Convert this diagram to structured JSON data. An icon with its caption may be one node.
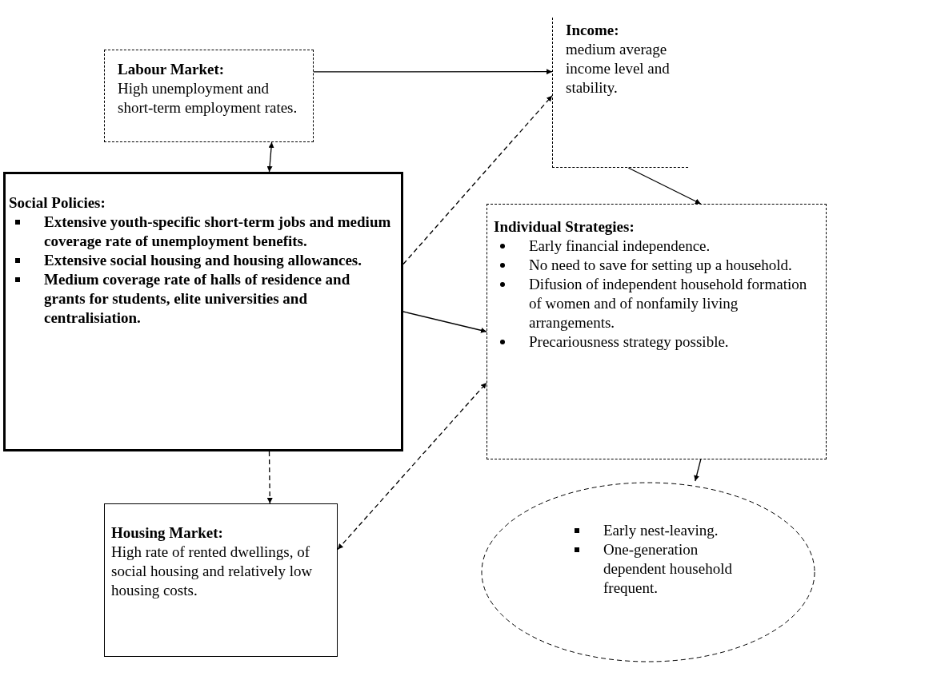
{
  "diagram": {
    "nodes": [
      {
        "text": [
          "Labour Market:",
          "High unemployment and short-term employment rates."
        ]
      },
      {
        "text": [
          "Income:",
          "medium average income level and stability."
        ]
      },
      {
        "text": [
          "Social Policies:",
          "Extensive youth-specific short-term jobs and medium coverage rate of unemployment benefits.",
          "Extensive social housing and housing allowances.",
          "Medium coverage rate of halls of residence and grants for students, elite universities and centralisiation."
        ]
      },
      {
        "text": [
          "Individual Strategies:",
          "Early financial independence.",
          "No need to save for setting up a household.",
          "Difusion of independent household formation of women and of nonfamily living arrangements.",
          "Precariousness strategy possible."
        ]
      },
      {
        "text": [
          "Housing Market:",
          "High rate of rented dwellings, of social housing and relatively low housing costs."
        ]
      },
      {
        "text": [
          "Early nest-leaving.",
          "One-generation dependent household frequent."
        ]
      }
    ],
    "edges": [
      {
        "from": 0,
        "to": 1,
        "arrow": "to"
      },
      {
        "from": 2,
        "to": 1,
        "arrow": "to",
        "style": "dashed"
      },
      {
        "from": 0,
        "to": 2,
        "arrow": "both"
      },
      {
        "from": 1,
        "to": 3,
        "arrow": "to"
      },
      {
        "from": 2,
        "to": 3,
        "arrow": "to"
      },
      {
        "from": 2,
        "to": 4,
        "arrow": "to",
        "style": "dashed"
      },
      {
        "from": 4,
        "to": 3,
        "arrow": "both",
        "style": "dashed"
      },
      {
        "from": 3,
        "to": 5,
        "arrow": "to"
      }
    ]
  }
}
